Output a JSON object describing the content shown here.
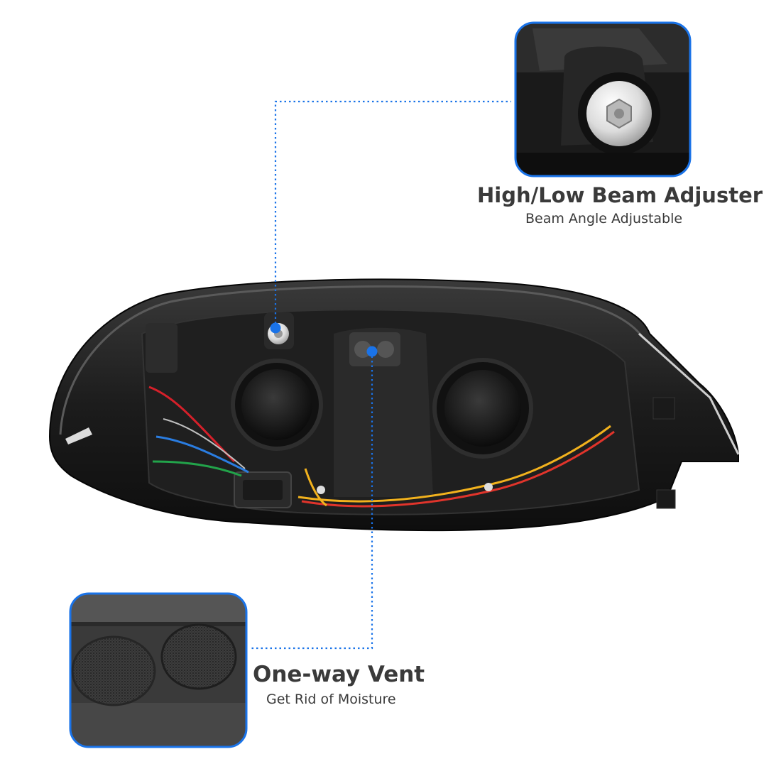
{
  "colors": {
    "accent": "#1a73e8",
    "frame_border": "#1a73e8",
    "text": "#3a3a3a"
  },
  "callouts": [
    {
      "title": "High/Low Beam Adjuster",
      "subtitle": "Beam Angle Adjustable"
    },
    {
      "title": "One-way Vent",
      "subtitle": "Get Rid of Moisture"
    }
  ]
}
